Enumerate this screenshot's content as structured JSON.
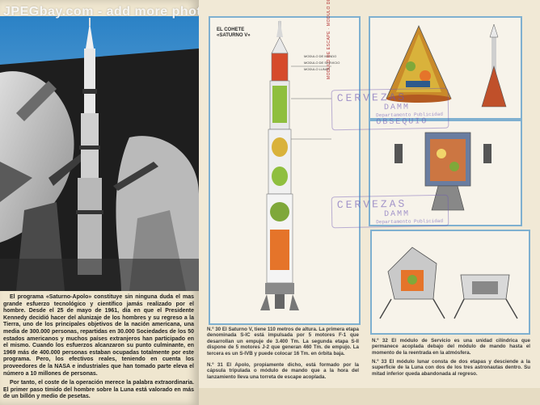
{
  "watermark": "JPEGbay.com - add more photos to your listings",
  "intro": {
    "para1": "El programa «Saturno-Apolo» constituye sin ninguna duda el mas grande esfuerzo tecnológico y científico jamás realizado por el hombre. Desde el 25 de mayo de 1961, día en que el Presidente Kennedy decidió hacer del alunizaje de los hombres y su regreso a la Tierra, uno de los principales objetivos de la nación americana, una media de 300.000 personas, repartidas en 30.000 Sociedades de los 50 estados americanos y muchos países extranjeros han participado en el mismo. Cuando los esfuerzos alcanzaron su punto culminante, en 1969 más de 400.000 personas estaban ocupadas totalmente por este programa. Pero, los efectivos reales, teniendo en cuenta los proveedores de la NASA e industriales que han tomado parte eleva el número a 10 millones de personas.",
    "para2": "Por tanto, el coste de la operación merece la palabra extraordinaria. El primer paso tímido del hombre sobre la Luna está valorado en más de un billón y medio de pesetas."
  },
  "rocket": {
    "title_line1": "EL COHETE",
    "title_line2": "«SATURNO V»",
    "guides": [
      "MODULO DE MANDO",
      "MODULO DE SERVICIO",
      "MODULO LUNAR"
    ],
    "side_text": "MODULO DE ESCAPE · MODULO DE MANDO · MODULO DE SERVICIO"
  },
  "stamp1": {
    "line1": "CERVEZAS",
    "line2": "DAMM",
    "line3": "Departamento Publicidad",
    "line4": "OBSEQUIO"
  },
  "stamp2": {
    "line1": "CERVEZAS",
    "line2": "DAMM",
    "line3": "Departamento Publicidad"
  },
  "captions": {
    "c30": "N.º 30 El Saturno V, tiene 110 metros de altura. La primera etapa denominada S-IC está impulsada por 5 motores F-1 que desarrollan un empuje de 3.400 Tm. La segunda etapa S-II dispone de 5 motores J-2 que generan 460 Tm. de empujo. La tercera es un S-IVB y puede colocar 16 Tm. en órbita baja.",
    "c31": "N.º 31 El Apolo, propiamente dicho, está formado por la cápsula tripulada o módulo de mando que a la hora del lanzamiento lleva una torreta de escape acoplada.",
    "c32": "N.º 32 El módulo de Servicio es una unidad cilíndrica que permanece acoplada debajo del módulo de mando hasta el momento de la reentrada en la atmósfera.",
    "c33": "N.º 33 El módulo lunar consta de dos etapas y desciende a la superficie de la Luna con dos de los tres astronautas dentro. Su mitad inferior queda abandonada al regreso."
  },
  "colors": {
    "card_border": "#7fb0d0",
    "stamp": "#6e58b4",
    "rocket_orange": "#e5742a",
    "rocket_green": "#7fa83a"
  }
}
